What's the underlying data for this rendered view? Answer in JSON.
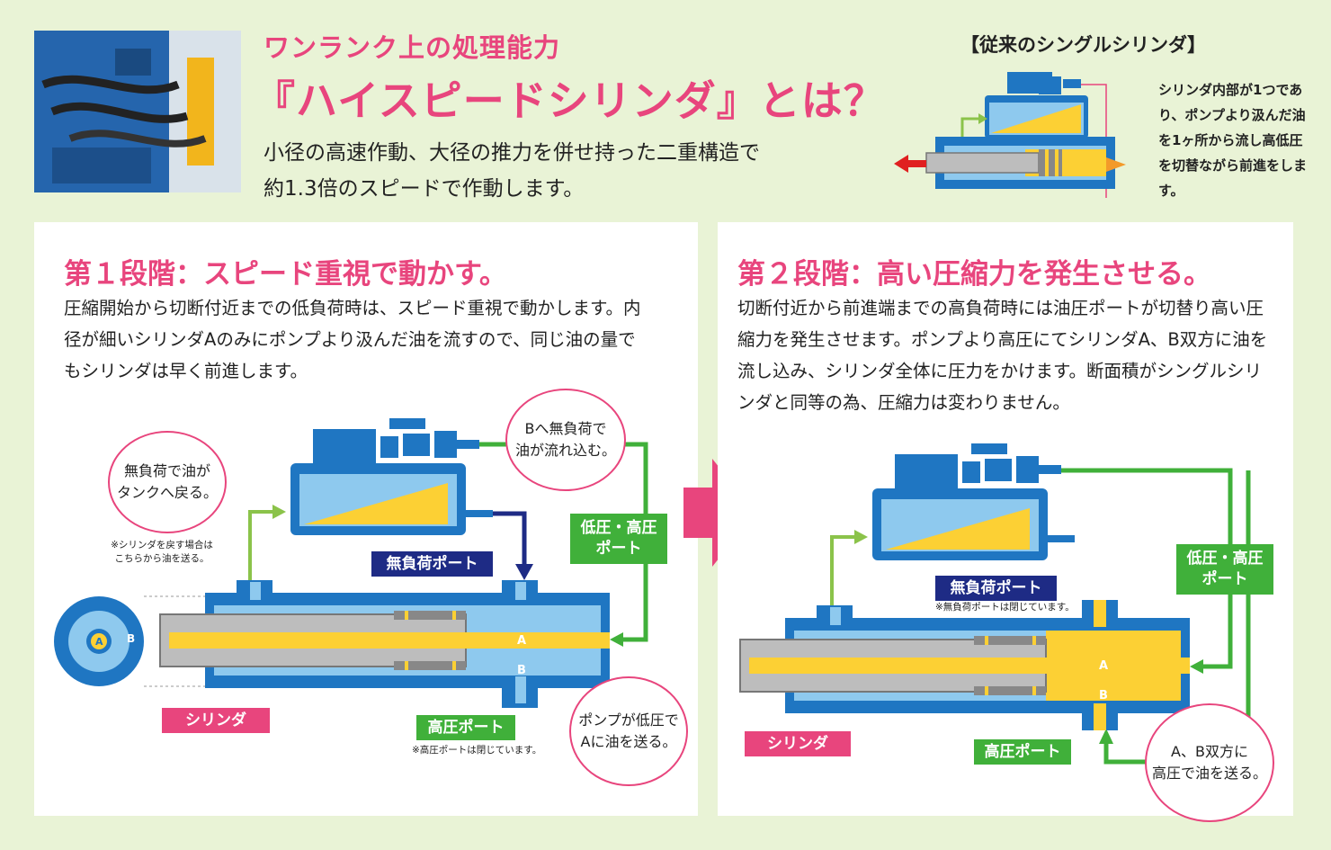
{
  "header": {
    "subtitle": "ワンランク上の処理能力",
    "title": "『ハイスピードシリンダ』とは？",
    "intro_line1": "小径の高速作動、大径の推力を併せ持った二重構造で",
    "intro_line2": "約1.3倍のスピードで作動します。"
  },
  "conventional": {
    "title": "【従来のシングルシリンダ】",
    "description": "シリンダ内部が1つであり、ポンプより汲んだ油を1ヶ所から流し高低圧を切替ながら前進をします。"
  },
  "stage1": {
    "title": "第１段階：スピード重視で動かす。",
    "text": "圧縮開始から切断付近までの低負荷時は、スピード重視で動かします。内径が細いシリンダAのみにポンプより汲んだ油を流すので、同じ油の量でもシリンダは早く前進します。",
    "bubble_tank": "無負荷で油が\nタンクへ戻る。",
    "bubble_b": "Bへ無負荷で\n油が流れ込む。",
    "bubble_pump": "ポンプが低圧で\nAに油を送る。",
    "note_return": "※シリンダを戻す場合は\nこちらから油を送る。",
    "tag_noload": "無負荷ポート",
    "tag_lowhigh": "低圧・高圧\nポート",
    "tag_highport": "高圧ポート",
    "note_highport": "※高圧ポートは閉じています。",
    "tag_cylinder": "シリンダ",
    "label_a": "A",
    "label_b": "B"
  },
  "stage2": {
    "title": "第２段階：高い圧縮力を発生させる。",
    "text": "切断付近から前進端までの高負荷時には油圧ポートが切替り高い圧縮力を発生させます。ポンプより高圧にてシリンダA、B双方に油を流し込み、シリンダ全体に圧力をかけます。断面積がシングルシリンダと同等の為、圧縮力は変わりません。",
    "bubble_both": "A、B双方に\n高圧で油を送る。",
    "tag_noload": "無負荷ポート",
    "note_noload": "※無負荷ポートは閉じています。",
    "tag_lowhigh": "低圧・高圧\nポート",
    "tag_highport": "高圧ポート",
    "tag_cylinder": "シリンダ",
    "label_a": "A",
    "label_b": "B"
  },
  "colors": {
    "pink": "#e8457d",
    "blue": "#1f76c2",
    "light_blue": "#8ec9ee",
    "oil": "#fcd034",
    "green": "#40b03a",
    "navy": "#1e2b85",
    "background": "#e9f3d6"
  }
}
